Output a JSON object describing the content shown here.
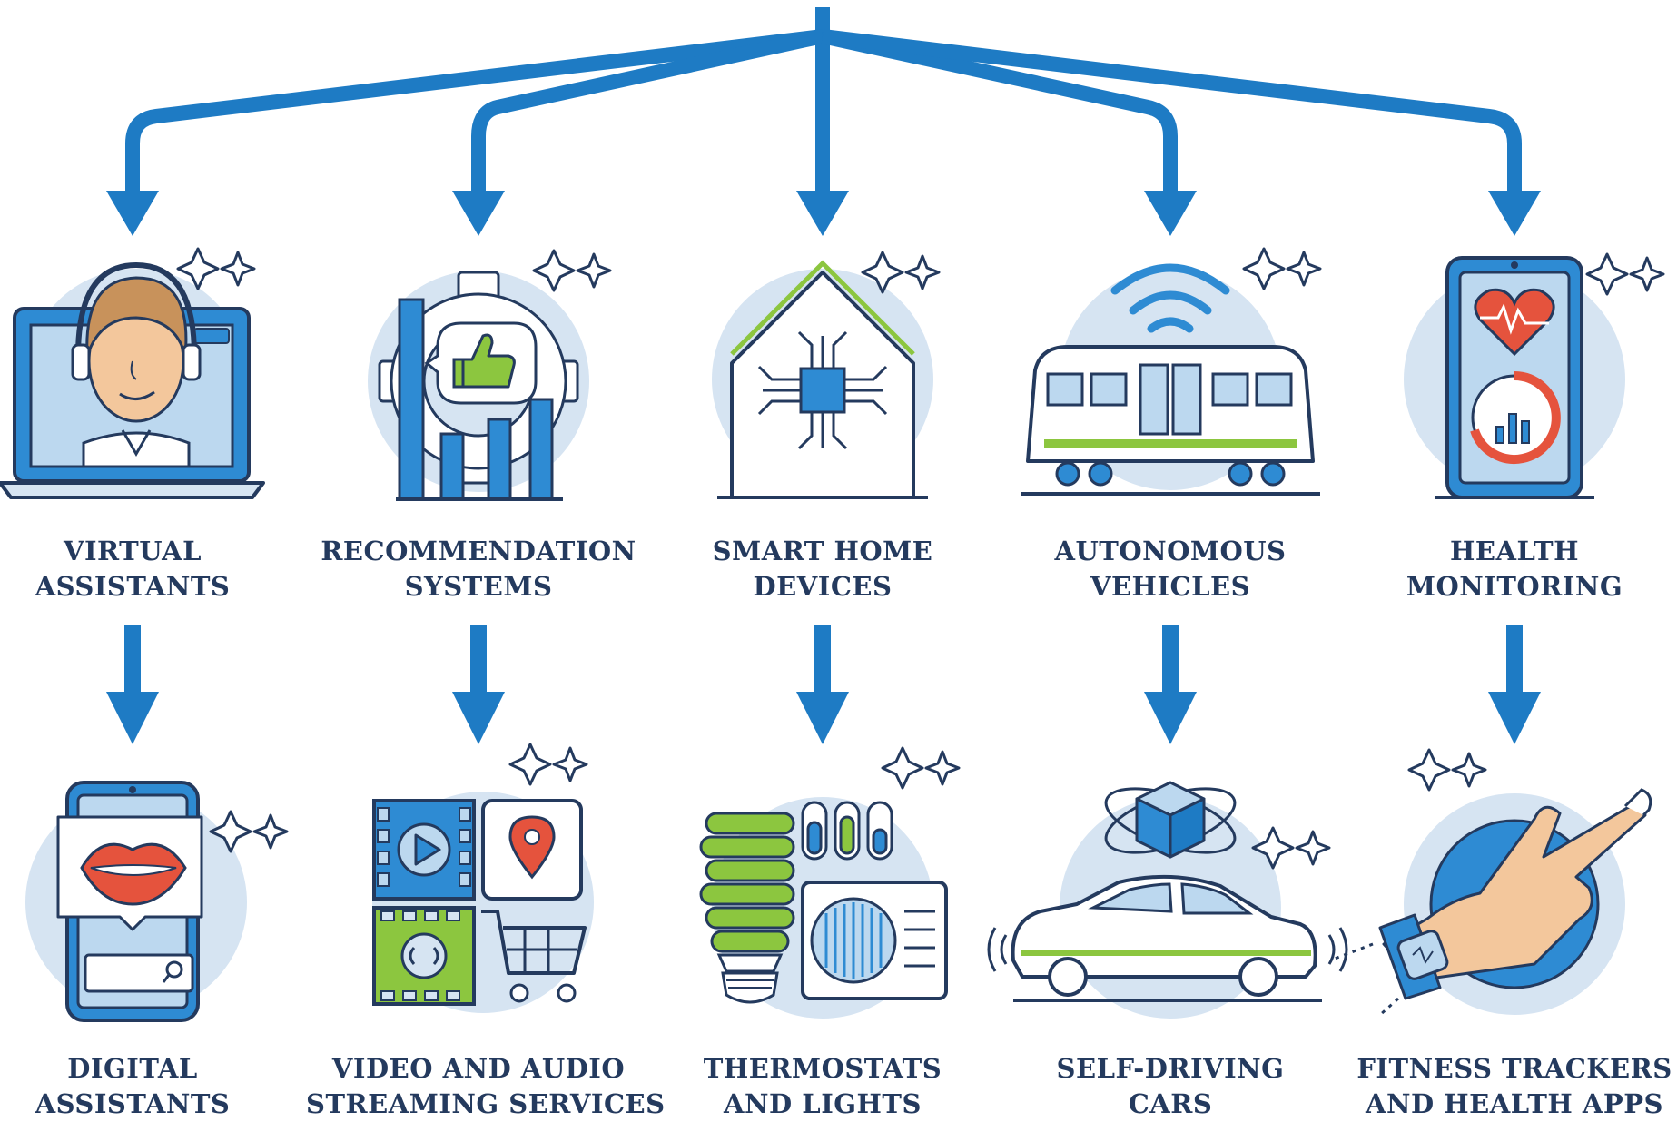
{
  "colors": {
    "arrow": "#1e7bc4",
    "circle": "#d6e4f2",
    "ink": "#243a5e",
    "accent_blue": "#2e8bd3",
    "accent_green": "#8cc63f",
    "accent_red": "#e5533d",
    "screen_blue": "#bcd8ef"
  },
  "categories": [
    {
      "line1": "VIRTUAL",
      "line2": "ASSISTANTS",
      "icon": "headset-laptop-icon"
    },
    {
      "line1": "RECOMMENDATION",
      "line2": "SYSTEMS",
      "icon": "gear-thumbs-up-icon"
    },
    {
      "line1": "SMART HOME",
      "line2": "DEVICES",
      "icon": "house-chip-icon"
    },
    {
      "line1": "AUTONOMOUS",
      "line2": "VEHICLES",
      "icon": "wifi-train-icon"
    },
    {
      "line1": "HEALTH",
      "line2": "MONITORING",
      "icon": "phone-heart-icon"
    }
  ],
  "examples": [
    {
      "line1": "DIGITAL",
      "line2": "ASSISTANTS",
      "icon": "phone-lips-icon"
    },
    {
      "line1": "VIDEO AND AUDIO",
      "line2": "STREAMING SERVICES",
      "icon": "media-tiles-icon"
    },
    {
      "line1": "THERMOSTATS",
      "line2": "AND LIGHTS",
      "icon": "bulb-thermostat-icon"
    },
    {
      "line1": "SELF-DRIVING",
      "line2": "CARS",
      "icon": "car-cube-icon"
    },
    {
      "line1": "FITNESS TRACKERS",
      "line2": "AND HEALTH APPS",
      "icon": "hand-smartwatch-icon"
    }
  ]
}
